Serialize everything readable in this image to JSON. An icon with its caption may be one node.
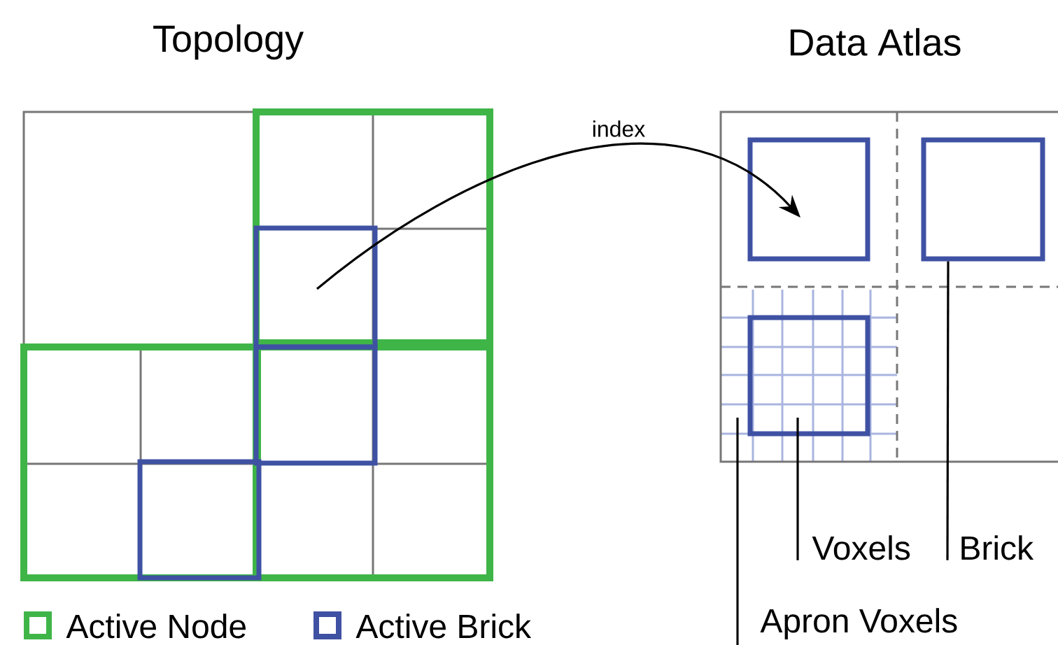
{
  "diagram": {
    "nodes": [
      {
        "text": [],
        "shape": "box"
      },
      {
        "text": [],
        "shape": "box"
      },
      {
        "text": [],
        "shape": "box"
      },
      {
        "text": [],
        "shape": "box"
      },
      {
        "text": [
          "Voxels"
        ]
      },
      {
        "text": [
          "Brick"
        ]
      },
      {
        "text": [
          "Apron Voxels"
        ]
      }
    ],
    "edges": [
      {
        "from": 0,
        "to": 1,
        "arrow": "to",
        "label": "index"
      },
      {
        "from": 4,
        "to": 3,
        "arrow": "none"
      },
      {
        "from": 5,
        "to": 2,
        "arrow": "none"
      },
      {
        "from": 6,
        "to": 3,
        "arrow": "none"
      }
    ],
    "labels": [
      "Topology",
      "Data Atlas"
    ],
    "legend": [
      {
        "text": "Active Node",
        "color": "#3fb548"
      },
      {
        "text": "Active Brick",
        "color": "#3f51a3"
      }
    ]
  }
}
